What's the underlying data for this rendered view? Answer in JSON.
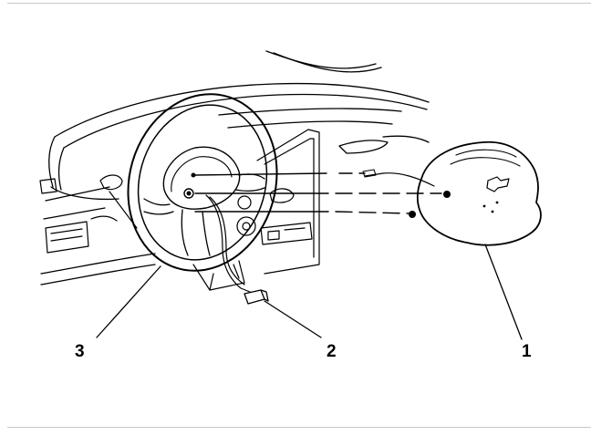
{
  "figure": {
    "callouts": [
      {
        "id": "c1",
        "label": "1"
      },
      {
        "id": "c2",
        "label": "2"
      },
      {
        "id": "c3",
        "label": "3"
      }
    ],
    "parts": [
      {
        "name": "airbag-module"
      },
      {
        "name": "connector"
      },
      {
        "name": "steering-wheel"
      }
    ]
  }
}
